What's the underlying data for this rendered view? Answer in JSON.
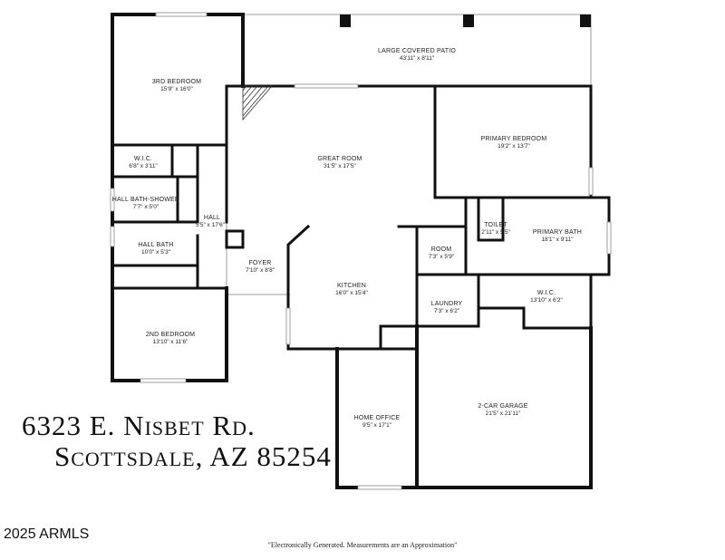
{
  "rooms": [
    {
      "id": "patio",
      "name": "LARGE COVERED PATIO",
      "dims": "43'11\" x 8'11\""
    },
    {
      "id": "bed3",
      "name": "3RD BEDROOM",
      "dims": "15'9\" x 16'0\""
    },
    {
      "id": "great",
      "name": "GREAT ROOM",
      "dims": "31'5\" x 17'5\""
    },
    {
      "id": "primary",
      "name": "PRIMARY BEDROOM",
      "dims": "19'2\" x 13'7\""
    },
    {
      "id": "wic1",
      "name": "W.I.C.",
      "dims": "6'8\" x 3'11\""
    },
    {
      "id": "hallbathshower",
      "name": "HALL BATH-SHOWER",
      "dims": "7'7\" x 5'0\""
    },
    {
      "id": "hall",
      "name": "HALL",
      "dims": "5'5\" x 17'6\""
    },
    {
      "id": "toilet",
      "name": "TOILET",
      "dims": "2'11\" x 5'5\""
    },
    {
      "id": "pbath",
      "name": "PRIMARY BATH",
      "dims": "18'1\" x 9'11\""
    },
    {
      "id": "hallbath",
      "name": "HALL BATH",
      "dims": "10'0\" x 5'3\""
    },
    {
      "id": "room",
      "name": "ROOM",
      "dims": "7'3\" x 5'9\""
    },
    {
      "id": "foyer",
      "name": "FOYER",
      "dims": "7'10\" x 8'8\""
    },
    {
      "id": "kitchen",
      "name": "KITCHEN",
      "dims": "16'0\" x 15'4\""
    },
    {
      "id": "laundry",
      "name": "LAUNDRY",
      "dims": "7'3\" x 6'2\""
    },
    {
      "id": "wic2",
      "name": "W.I.C.",
      "dims": "13'10\" x 6'2\""
    },
    {
      "id": "bed2",
      "name": "2ND BEDROOM",
      "dims": "13'10\" x 11'6\""
    },
    {
      "id": "garage",
      "name": "2-CAR GARAGE",
      "dims": "21'5\" x 21'11\""
    },
    {
      "id": "office",
      "name": "HOME OFFICE",
      "dims": "9'5\" x 17'1\""
    }
  ],
  "address_line1": "6323 E. Nisbet Rd.",
  "address_line2": "Scottsdale, AZ 85254",
  "copyright": "2025 ARMLS",
  "disclaimer": "\"Electronically Generated.  Measurements are an Approximation\""
}
